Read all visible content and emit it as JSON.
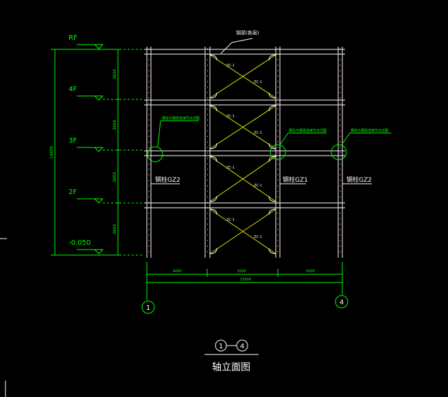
{
  "drawing": {
    "title_ref_left": "1",
    "title_ref_right": "4",
    "title_caption": "轴立面图",
    "beam_callout": "钢梁(各层)",
    "column_callouts": [
      "钢柱GZ2",
      "钢柱GZ1",
      "钢柱GZ2"
    ],
    "detail_callouts": [
      "钢柱与钢梁连接节点详图",
      "钢柱与钢梁连接节点详图",
      "钢柱与钢梁连接节点详图"
    ],
    "brace_labels": [
      "ZC-1",
      "ZC-1",
      "ZC-1",
      "ZC-1",
      "ZC-1",
      "ZC-1",
      "ZC-1",
      "ZC-1"
    ],
    "levels": [
      "RF",
      "4F",
      "3F",
      "2F",
      "-0.050"
    ],
    "story_dims": [
      "3600",
      "3600",
      "3600",
      "3600"
    ],
    "total_height": "14400",
    "span_dims": [
      "4000",
      "5500",
      "5500"
    ],
    "total_span": "15500",
    "axis_left": "1",
    "axis_right": "4"
  },
  "colors": {
    "background": "#000000",
    "structure": "#ffffff",
    "dimension": "#00ff00",
    "brace": "#e6e600",
    "column_marks": "#ff44aa"
  }
}
